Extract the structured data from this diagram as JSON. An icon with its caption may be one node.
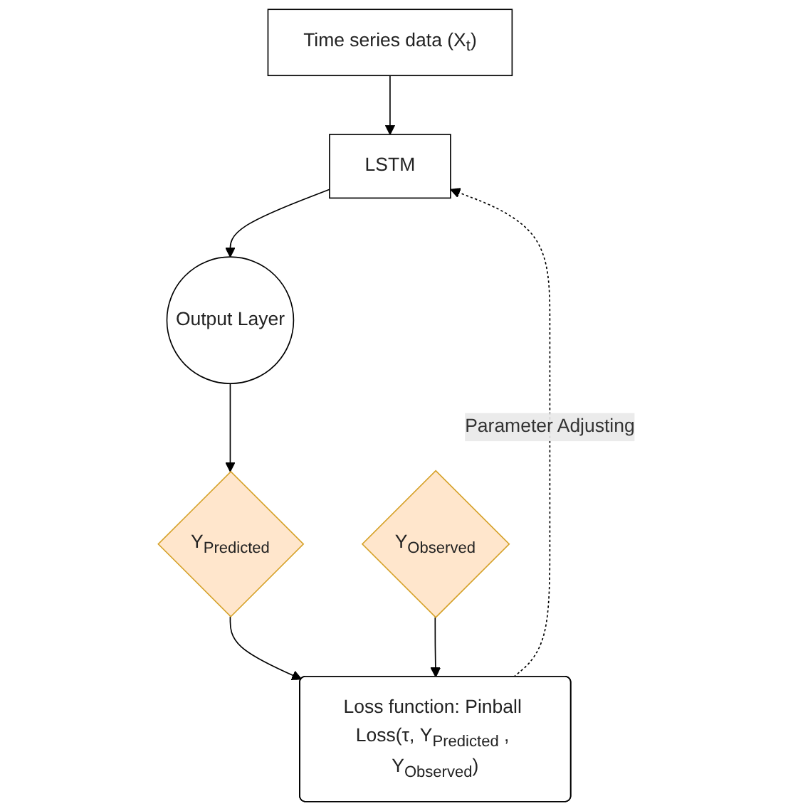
{
  "diagram": {
    "nodes": [
      {
        "text": [
          "Time series data (X$_{t}$)"
        ]
      },
      {
        "text": [
          "LSTM"
        ]
      },
      {
        "text": [
          "Output Layer"
        ]
      },
      {
        "text": [
          "Y$_{Predicted}$"
        ]
      },
      {
        "text": [
          "Loss function: Pinball Loss(τ, Y$_{Predicted}$ , Y$_{Observed}$)"
        ]
      },
      {
        "text": [
          "Y$_{Observed}$"
        ]
      }
    ],
    "edges": [
      {
        "from": 0,
        "to": 1,
        "arrow": "to"
      },
      {
        "from": 1,
        "to": 2,
        "arrow": "to"
      },
      {
        "from": 2,
        "to": 3,
        "arrow": "to"
      },
      {
        "from": 3,
        "to": 4,
        "arrow": "to"
      },
      {
        "from": 5,
        "to": 4,
        "arrow": "to"
      },
      {
        "from": 4,
        "to": 1,
        "arrow": "to",
        "label": "Parameter Adjusting",
        "style": "dashed"
      }
    ]
  }
}
